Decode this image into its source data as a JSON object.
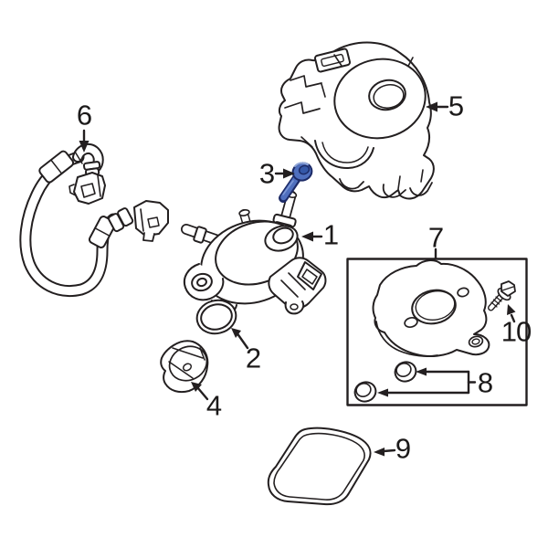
{
  "diagram": {
    "background_color": "#ffffff",
    "line_color": "#231f20",
    "highlighted_part_number": "3",
    "highlight_fill": "#4f6fbe",
    "highlight_outline": "#1c2a66",
    "highlight_light": "#93a9da",
    "parts": [
      {
        "number": "1"
      },
      {
        "number": "2"
      },
      {
        "number": "3"
      },
      {
        "number": "4"
      },
      {
        "number": "5"
      },
      {
        "number": "6"
      },
      {
        "number": "7"
      },
      {
        "number": "8"
      },
      {
        "number": "9"
      },
      {
        "number": "10"
      }
    ]
  }
}
